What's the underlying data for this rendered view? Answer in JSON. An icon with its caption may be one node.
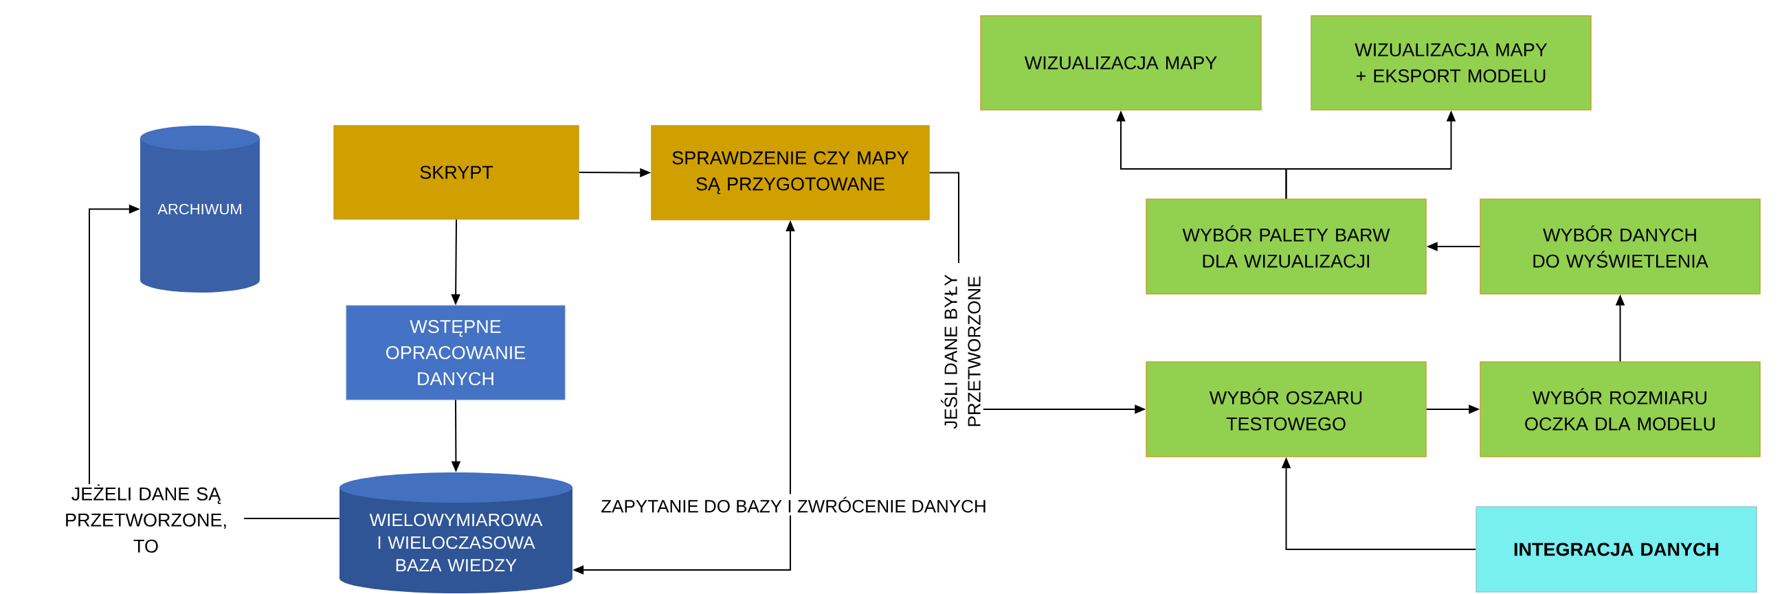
{
  "diagram": {
    "nodes": [
      {
        "text": [
          "WIZUALIZACJA MAPY"
        ]
      },
      {
        "text": [
          "WIZUALIZACJA MAPY + EKSPORT MODELU"
        ]
      },
      {
        "text": [
          "ARCHIWUM"
        ]
      },
      {
        "text": [
          "SKRYPT"
        ]
      },
      {
        "text": [
          "SPRAWDZENIE CZY MAPY SĄ PRZYGOTOWANE"
        ]
      },
      {
        "text": [
          "WYBÓR PALETY BARW DLA WIZUALIZACJI"
        ]
      },
      {
        "text": [
          "WYBÓR DANYCH DO WYŚWIETLENIA"
        ]
      },
      {
        "text": [
          "WSTĘPNE OPRACOWANIE DANYCH"
        ]
      },
      {
        "text": [
          "WYBÓR OSZARU TESTOWEGO"
        ]
      },
      {
        "text": [
          "WYBÓR ROZMIARU OCZKA DLA MODELU"
        ]
      },
      {
        "text": [
          "JEŻELI DANE SĄ PRZETWORZONE, TO"
        ]
      },
      {
        "text": [
          "WIELOWYMIAROWA I WIELOCZASOWA BAZA WIEDZY"
        ]
      },
      {
        "text": [
          "INTEGRACJA DANYCH"
        ]
      }
    ],
    "edges": [
      {
        "from": 3,
        "to": 4,
        "arrow": "to"
      },
      {
        "from": 3,
        "to": 7,
        "arrow": "to"
      },
      {
        "from": 7,
        "to": 11,
        "arrow": "to"
      },
      {
        "from": 11,
        "to": 4,
        "arrow": "both",
        "label": "ZAPYTANIE DO BAZY I ZWRÓCENIE DANYCH"
      },
      {
        "from": 4,
        "to": 8,
        "arrow": "to",
        "label": "JEŚLI DANE BYŁY PRZETWORZONE"
      },
      {
        "from": 11,
        "to": 10,
        "arrow": "none"
      },
      {
        "from": 10,
        "to": 2,
        "arrow": "to"
      },
      {
        "from": 12,
        "to": 8,
        "arrow": "to"
      },
      {
        "from": 8,
        "to": 9,
        "arrow": "to"
      },
      {
        "from": 9,
        "to": 6,
        "arrow": "to"
      },
      {
        "from": 6,
        "to": 5,
        "arrow": "to"
      },
      {
        "from": 5,
        "to": 0,
        "arrow": "to"
      },
      {
        "from": 5,
        "to": 1,
        "arrow": "to"
      }
    ]
  }
}
